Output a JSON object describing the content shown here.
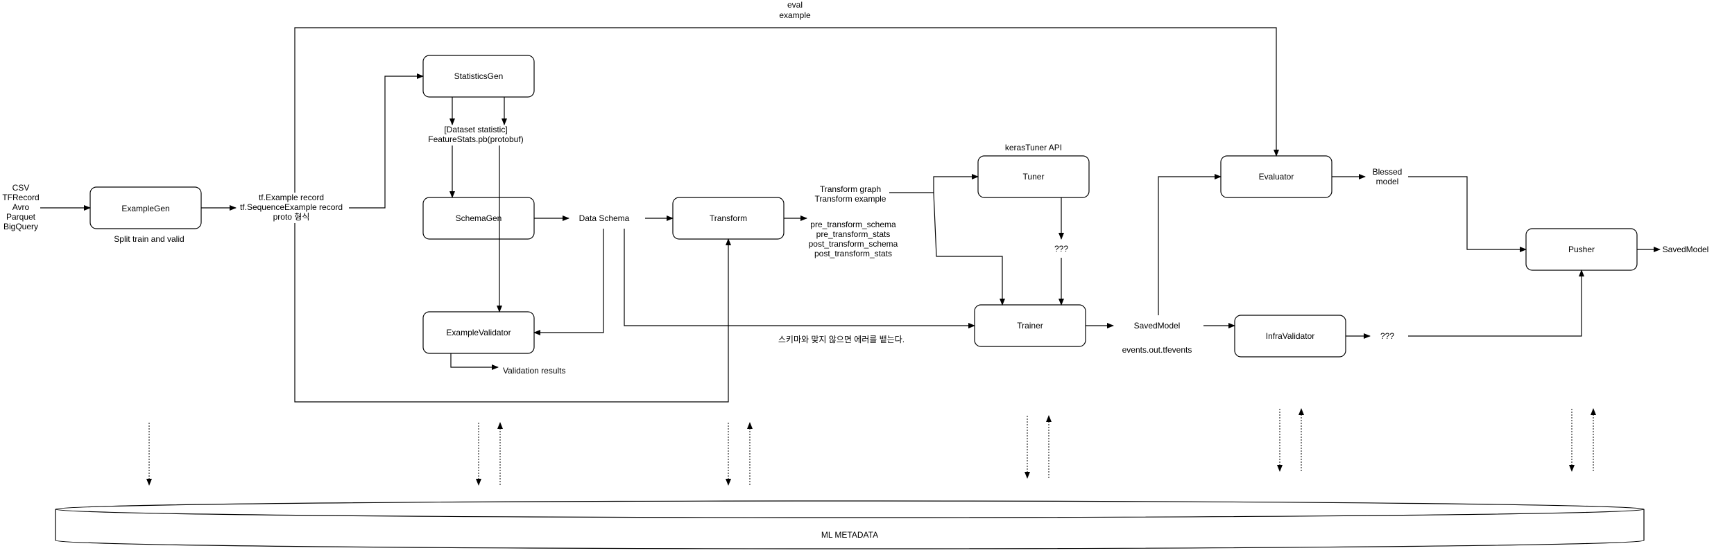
{
  "inputs": {
    "line1": "CSV",
    "line2": "TFRecord",
    "line3": "Avro",
    "line4": "Parquet",
    "line5": "BigQuery"
  },
  "components": {
    "example_gen": "ExampleGen",
    "statistics_gen": "StatisticsGen",
    "schema_gen": "SchemaGen",
    "example_validator": "ExampleValidator",
    "transform": "Transform",
    "tuner": "Tuner",
    "trainer": "Trainer",
    "evaluator": "Evaluator",
    "infra_validator": "InfraValidator",
    "pusher": "Pusher"
  },
  "labels": {
    "split": "Split train and valid",
    "record1": "tf.Example record",
    "record2": "tf.SequenceExample record",
    "record3": "proto 형식",
    "dataset_stats1": "[Dataset statistic]",
    "dataset_stats2": "FeatureStats.pb(protobuf)",
    "data_schema": "Data Schema",
    "validation_results": "Validation results",
    "transform_out1": "Transform graph",
    "transform_out2": "Transform example",
    "stats_out1": "pre_transform_schema",
    "stats_out2": "pre_transform_stats",
    "stats_out3": "post_transform_schema",
    "stats_out4": "post_transform_stats",
    "keras_tuner": "kerasTuner API",
    "tuner_unknown": "???",
    "schema_error": "스키마와 맞지 않으면 에러를 뱉는다.",
    "saved_model": "SavedModel",
    "events": "events.out.tfevents",
    "eval1": "eval",
    "eval2": "example",
    "blessed1": "Blessed",
    "blessed2": "model",
    "infra_unknown": "???",
    "pusher_out": "SavedModel",
    "metadata": "ML METADATA"
  },
  "colors": {
    "stroke": "#000000",
    "background": "#ffffff"
  }
}
